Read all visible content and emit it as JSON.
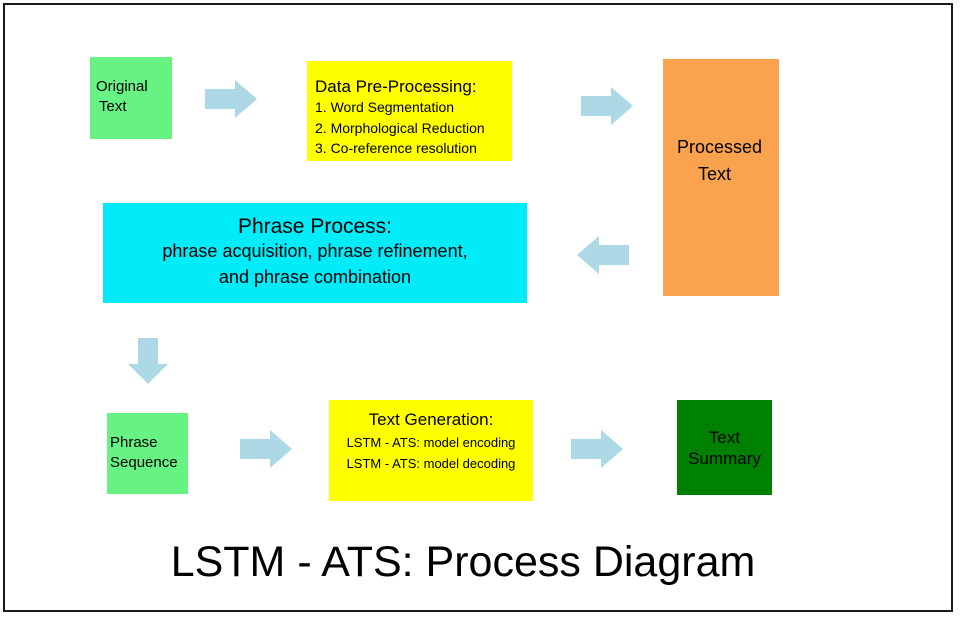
{
  "colors": {
    "arrow": "#add8e6",
    "input_box": "#66f383",
    "preprocess_box": "#ffff00",
    "processed_box": "#fba24e",
    "phrase_box": "#01ebf8",
    "generation_box": "#ffff00",
    "summary_box": "#008000"
  },
  "nodes": {
    "original_text": {
      "line1": "Original",
      "line2": "Text"
    },
    "preprocessing": {
      "title": "Data Pre-Processing:",
      "steps": [
        "1. Word Segmentation",
        "2. Morphological Reduction",
        "3. Co-reference resolution"
      ]
    },
    "processed_text": {
      "line1": "Processed",
      "line2": "Text"
    },
    "phrase_process": {
      "title": "Phrase Process:",
      "line1": "phrase acquisition, phrase refinement,",
      "line2": "and phrase combination"
    },
    "phrase_sequence": {
      "line1": "Phrase",
      "line2": "Sequence"
    },
    "text_generation": {
      "title": "Text Generation:",
      "line1": "LSTM - ATS: model encoding",
      "line2": "LSTM - ATS: model decoding"
    },
    "text_summary": {
      "line1": "Text",
      "line2": "Summary"
    }
  },
  "caption": "LSTM - ATS: Process Diagram"
}
